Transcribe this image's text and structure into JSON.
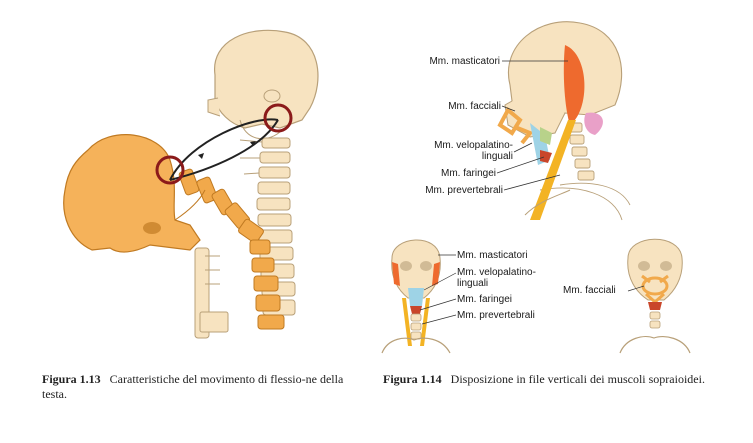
{
  "figure_13": {
    "number": "Figura 1.13",
    "caption": "Caratteristiche del movimento di flessio-ne della testa."
  },
  "figure_14": {
    "number": "Figura 1.14",
    "caption": "Disposizione in file verticali dei muscoli sopraioidei.",
    "lateral_labels": {
      "masticatori": "Mm. masticatori",
      "facciali": "Mm. facciali",
      "velopalatino_1": "Mm. velopalatino-",
      "velopalatino_2": "linguali",
      "faringei": "Mm. faringei",
      "prevertebrali": "Mm. prevertebrali"
    },
    "frontal_labels": {
      "masticatori": "Mm. masticatori",
      "velopalatino_1": "Mm. velopalatino-",
      "velopalatino_2": "linguali",
      "faringei": "Mm. faringei",
      "prevertebrali": "Mm. prevertebrali"
    },
    "facial_label": "Mm. facciali"
  },
  "colors": {
    "bone": "#f7e3c0",
    "bone_outline": "#b8a079",
    "skull_orange": "#f5b25a",
    "vertebra": "#f1a94b",
    "ring": "#8b1a1a",
    "masticatori": "#ee6a2e",
    "prevertebrali": "#f3b324",
    "velopalatino": "#9ed3e6",
    "faringei": "#c9462a",
    "pink": "#e9a0c8",
    "green": "#b8d28a"
  }
}
